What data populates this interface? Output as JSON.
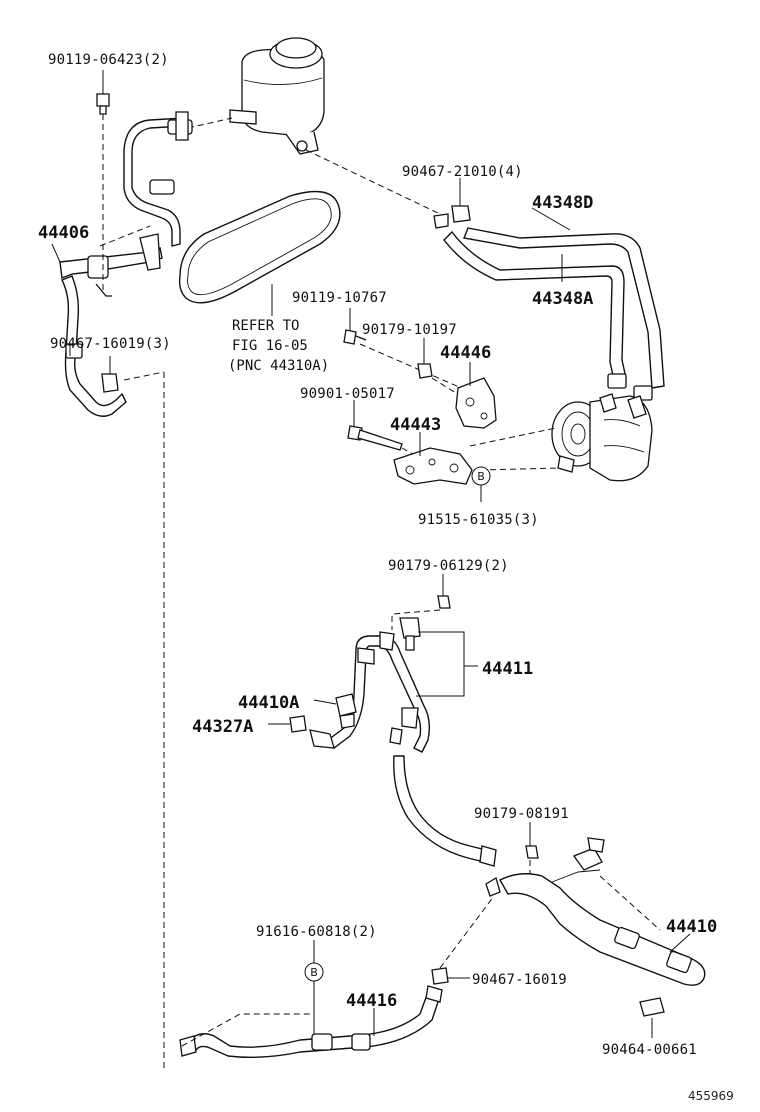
{
  "labels": {
    "p90119_06423": "90119-06423(2)",
    "p44406": "44406",
    "p90467_16019_3": "90467-16019(3)",
    "p90467_21010": "90467-21010(4)",
    "p44348D": "44348D",
    "p44348A": "44348A",
    "p90119_10767": "90119-10767",
    "p90179_10197": "90179-10197",
    "p44446": "44446",
    "p90901_05017": "90901-05017",
    "p44443": "44443",
    "p91515_61035": "91515-61035(3)",
    "p90179_06129": "90179-06129(2)",
    "p44411": "44411",
    "p44410A": "44410A",
    "p44327A": "44327A",
    "p90179_08191": "90179-08191",
    "p44410": "44410",
    "p91616_60818": "91616-60818(2)",
    "p90467_16019": "90467-16019",
    "p44416": "44416",
    "p90464_00661": "90464-00661",
    "ref_line1": "REFER TO",
    "ref_line2": "FIG 16-05",
    "ref_line3": "(PNC 44310A)",
    "marker_b": "B",
    "figure_id": "455969"
  }
}
